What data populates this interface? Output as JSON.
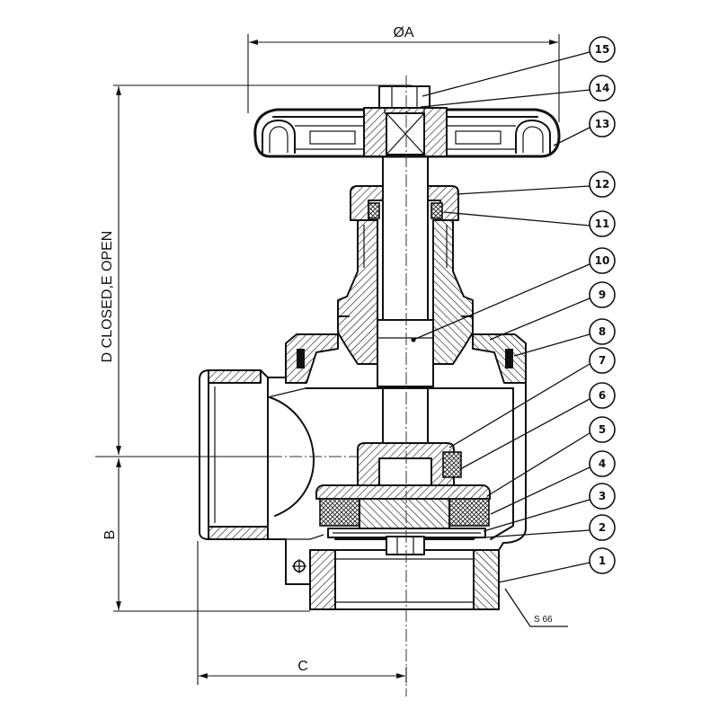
{
  "dimension_labels": {
    "diameter_a": "ØA",
    "height_d_e": "D CLOSED,E OPEN",
    "height_b": "B",
    "width_c": "C",
    "thread_note": "S 66"
  },
  "callouts": [
    "1",
    "2",
    "3",
    "4",
    "5",
    "6",
    "7",
    "8",
    "9",
    "10",
    "11",
    "12",
    "13",
    "14",
    "15"
  ]
}
